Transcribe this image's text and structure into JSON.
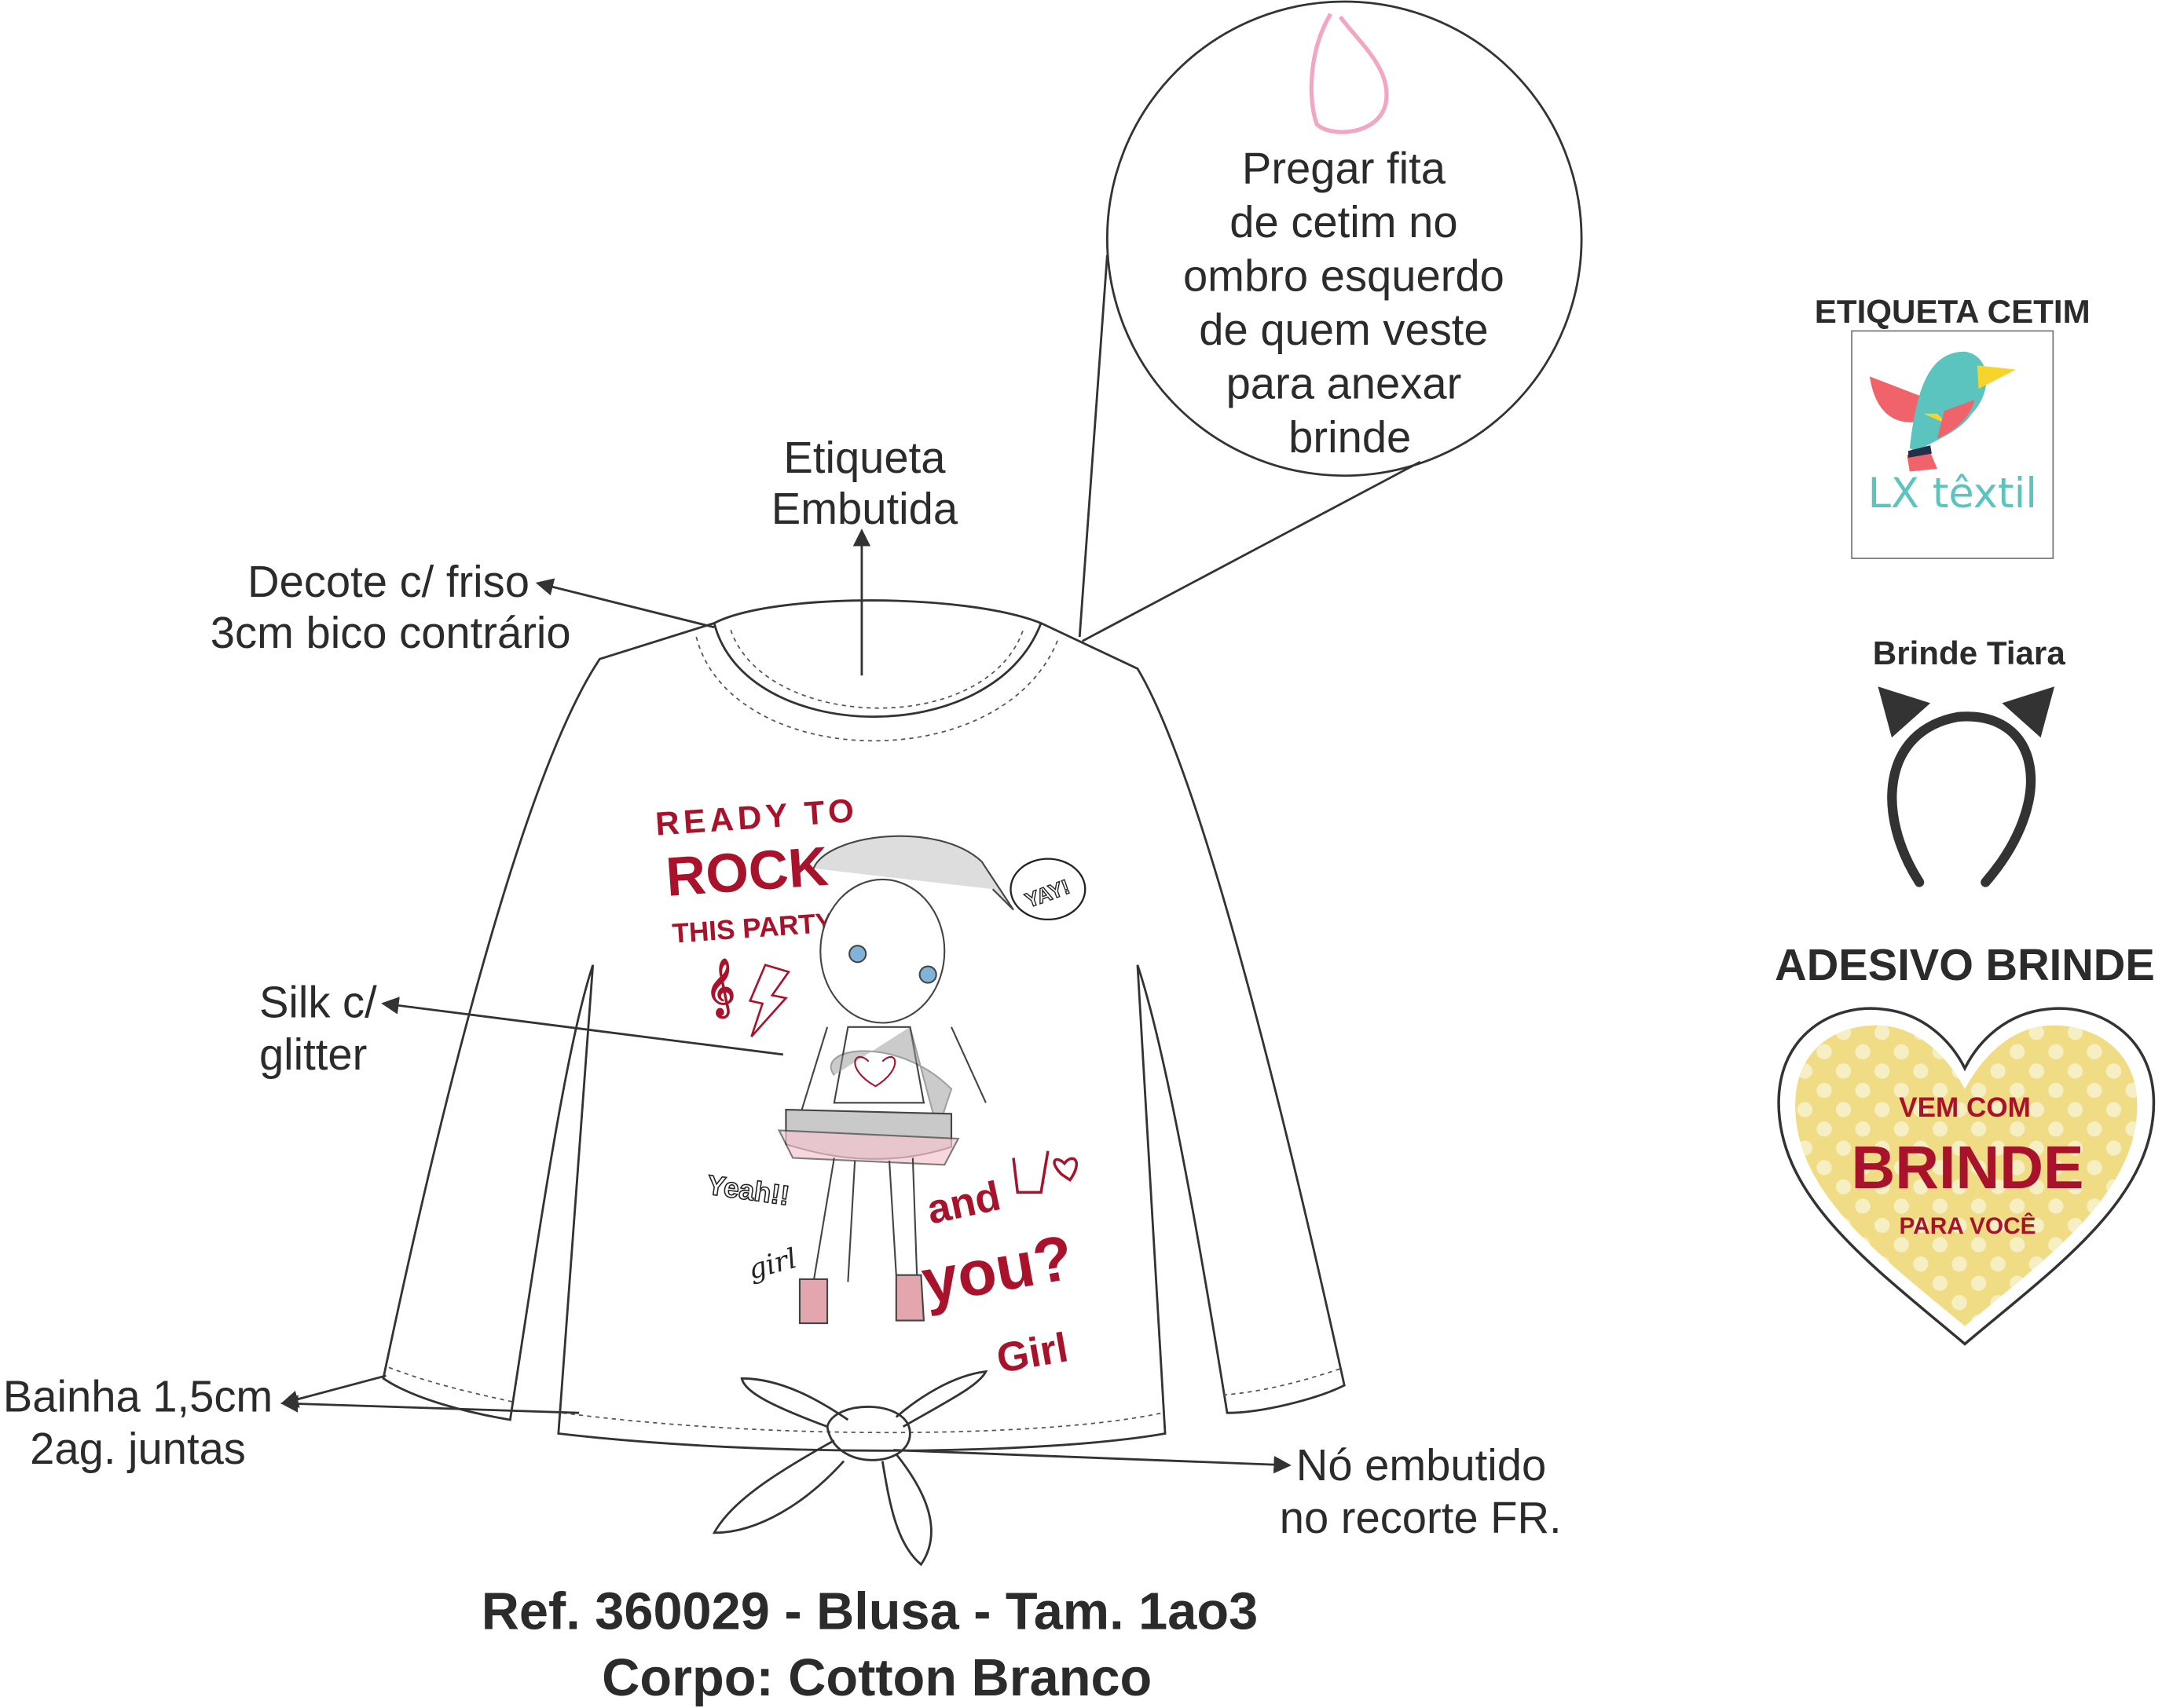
{
  "callouts": {
    "bubble": [
      "Pregar fita",
      "de cetim no",
      "ombro esquerdo",
      "de quem veste",
      "para anexar",
      "brinde"
    ],
    "etiqueta_embutida": [
      "Etiqueta",
      "Embutida"
    ],
    "decote": [
      "Decote c/ friso",
      "3cm bico contrário"
    ],
    "silk": [
      "Silk c/",
      "glitter"
    ],
    "bainha": [
      "Bainha 1,5cm",
      "2ag. juntas"
    ],
    "no_embutido": [
      "Nó embutido",
      "no recorte FR."
    ]
  },
  "print": {
    "line1": "READY TO",
    "line2": "ROCK",
    "line3": "THIS PARTY",
    "yay": "YAY!",
    "yeah": "Yeah!!",
    "girl_small": "girl",
    "and": "and",
    "you": "you?",
    "girl": "Girl"
  },
  "footer": {
    "ref": "Ref. 360029 - Blusa - Tam. 1ao3",
    "body": "Corpo: Cotton Branco"
  },
  "sidebar": {
    "etiqueta_title": "ETIQUETA CETIM",
    "logo_text": "LX têxtil",
    "tiara_title": "Brinde Tiara",
    "adesivo_title": "ADESIVO BRINDE",
    "sticker": [
      "VEM COM",
      "BRINDE",
      "PARA VOCÊ"
    ]
  },
  "colors": {
    "accent_red": "#a8132b",
    "sticker_yellow": "#efdc85",
    "logo_teal": "#5bc4bf",
    "logo_coral": "#f0636a",
    "ribbon_pink": "#f2a6c4"
  }
}
